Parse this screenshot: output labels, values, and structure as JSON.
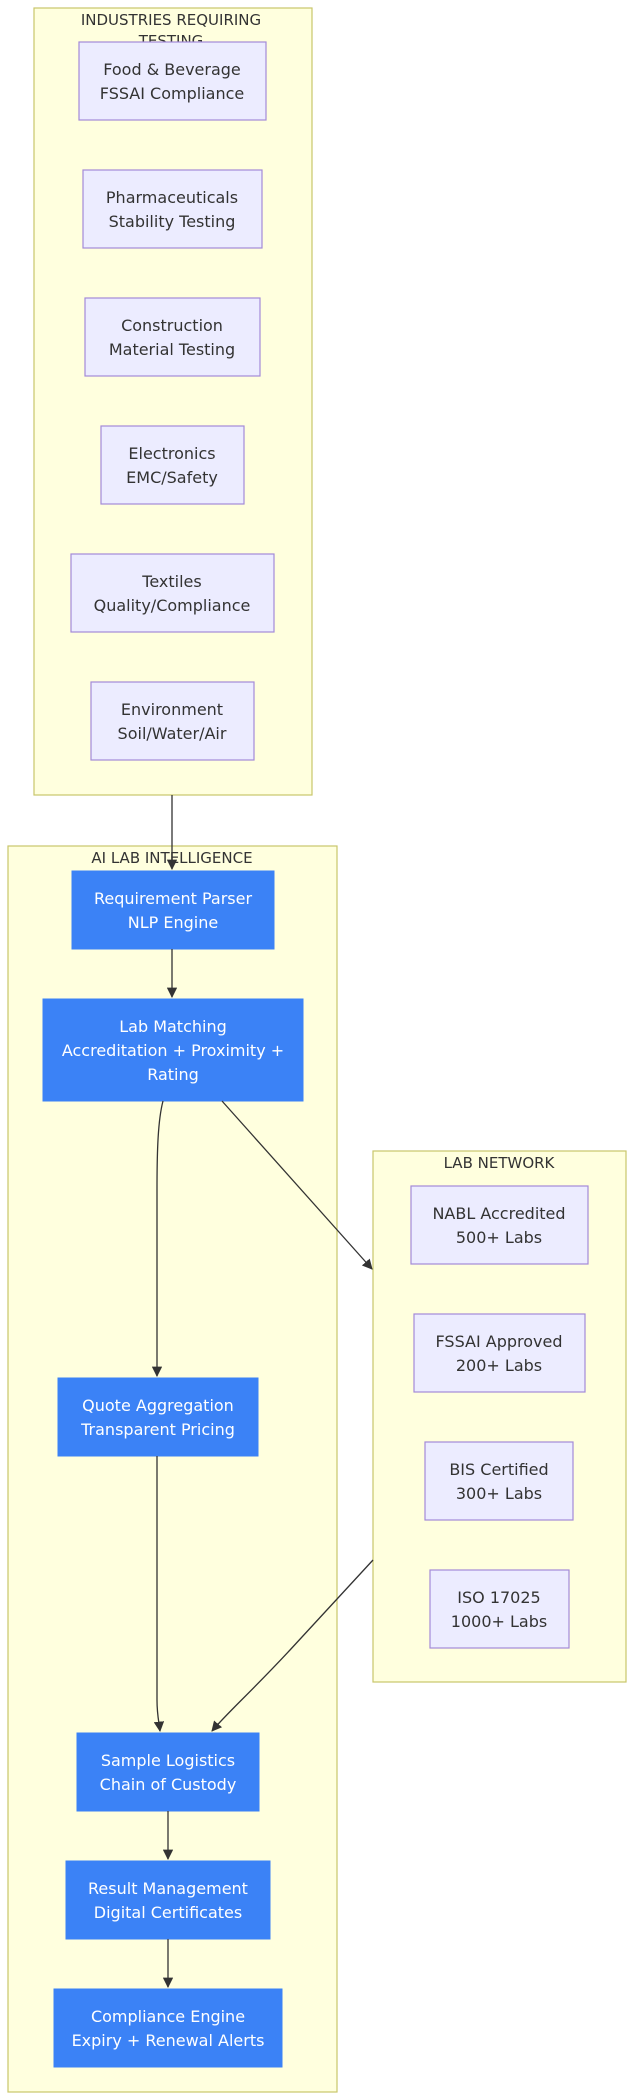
{
  "clusters": {
    "industries": {
      "title_line1": "INDUSTRIES REQUIRING",
      "title_line2": "TESTING"
    },
    "ai": {
      "title": "AI LAB INTELLIGENCE"
    },
    "network": {
      "title": "LAB NETWORK"
    }
  },
  "industries": [
    {
      "line1": "Food & Beverage",
      "line2": "FSSAI Compliance"
    },
    {
      "line1": "Pharmaceuticals",
      "line2": "Stability Testing"
    },
    {
      "line1": "Construction",
      "line2": "Material Testing"
    },
    {
      "line1": "Electronics",
      "line2": "EMC/Safety"
    },
    {
      "line1": "Textiles",
      "line2": "Quality/Compliance"
    },
    {
      "line1": "Environment",
      "line2": "Soil/Water/Air"
    }
  ],
  "ai_nodes": {
    "parser": {
      "line1": "Requirement Parser",
      "line2": "NLP Engine"
    },
    "matching": {
      "line1": "Lab Matching",
      "line2": "Accreditation + Proximity +",
      "line3": "Rating"
    },
    "quote": {
      "line1": "Quote Aggregation",
      "line2": "Transparent Pricing"
    },
    "logistics": {
      "line1": "Sample Logistics",
      "line2": "Chain of Custody"
    },
    "results": {
      "line1": "Result Management",
      "line2": "Digital Certificates"
    },
    "compliance": {
      "line1": "Compliance Engine",
      "line2": "Expiry + Renewal Alerts"
    }
  },
  "network": [
    {
      "line1": "NABL Accredited",
      "line2": "500+ Labs"
    },
    {
      "line1": "FSSAI Approved",
      "line2": "200+ Labs"
    },
    {
      "line1": "BIS Certified",
      "line2": "300+ Labs"
    },
    {
      "line1": "ISO 17025",
      "line2": "1000+ Labs"
    }
  ],
  "colors": {
    "cluster_fill": "#ffffde",
    "cluster_stroke": "#c9c66b",
    "light_node_fill": "#ececff",
    "light_node_stroke": "#a38ad8",
    "blue_node_fill": "#3b82f6",
    "edge": "#333333"
  }
}
